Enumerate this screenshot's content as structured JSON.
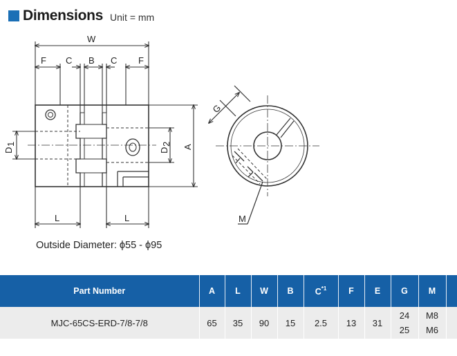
{
  "header": {
    "title": "Dimensions",
    "unit": "Unit = mm"
  },
  "drawing": {
    "labels": {
      "W": "W",
      "F": "F",
      "C": "C",
      "B": "B",
      "L": "L",
      "D1_main": "D",
      "D1_sub": "1",
      "D2_main": "D",
      "D2_sub": "2",
      "A": "A",
      "G": "G",
      "M": "M"
    }
  },
  "outside_diameter": "Outside Diameter: ϕ55 - ϕ95",
  "table": {
    "headers": {
      "part_number": "Part Number",
      "A": "A",
      "L": "L",
      "W": "W",
      "B": "B",
      "C": "C",
      "C_note": "*1",
      "F": "F",
      "E": "E",
      "G": "G",
      "M": "M"
    },
    "row": {
      "part_number": "MJC-65CS-ERD-7/8-7/8",
      "A": "65",
      "L": "35",
      "W": "90",
      "B": "15",
      "C": "2.5",
      "F": "13",
      "E": "31",
      "G1": "24",
      "G2": "25",
      "M1": "M8",
      "M2": "M6"
    }
  }
}
